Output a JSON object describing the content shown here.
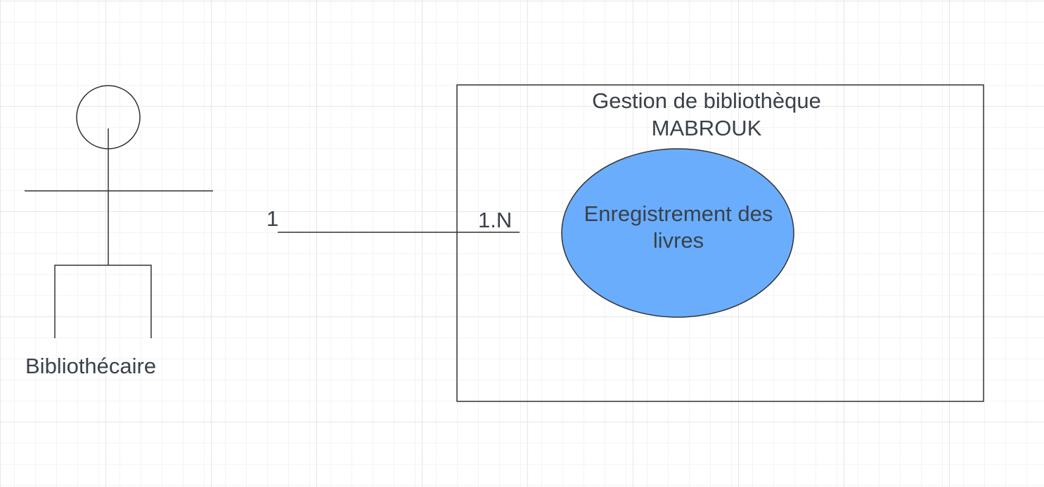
{
  "diagram": {
    "type": "use-case",
    "actor": {
      "label": "Bibliothécaire"
    },
    "association": {
      "multiplicity_actor_end": "1",
      "multiplicity_usecase_end": "1.N"
    },
    "system": {
      "title_line1": "Gestion de bibliothèque",
      "title_line2": "MABROUK",
      "use_case": {
        "label_line1": "Enregistrement des",
        "label_line2": "livres",
        "fill_color": "#6aadfd"
      }
    },
    "colors": {
      "stroke": "#333333",
      "text": "#3a414a",
      "grid": "#e6e6e6"
    }
  }
}
